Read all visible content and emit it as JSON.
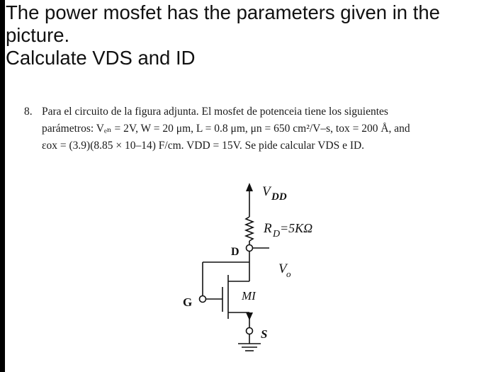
{
  "question": {
    "line1": "The power mosfet has the parameters given in the",
    "line2": "picture.",
    "line3": "Calculate VDS and ID"
  },
  "problem": {
    "number": "8.",
    "line1": "Para el circuito de la figura adjunta. El mosfet de potenceia tiene los siguientes",
    "line2": "parámetros: Vₑₙ = 2V, W = 20 μm, L = 0.8 μm, μn = 650 cm²/V–s, tox = 200 Å, and",
    "line3": "εox = (3.9)(8.85 × 10–14) F/cm. VDD = 15V. Se pide calcular VDS e ID."
  },
  "circuit": {
    "vdd_label": "V",
    "vdd_sub": "DD",
    "rd_label": "R",
    "rd_sub": "D",
    "rd_value": "=5KΩ",
    "drain_label": "D",
    "vo_label": "V",
    "vo_sub": "o",
    "transistor_label": "MI",
    "gate_label": "G",
    "source_label": "S"
  }
}
